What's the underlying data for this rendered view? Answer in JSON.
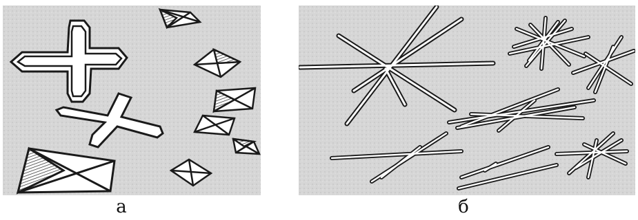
{
  "figure": {
    "panels": [
      {
        "id": "a",
        "caption": "а"
      },
      {
        "id": "b",
        "caption": "б"
      }
    ],
    "colors": {
      "background": "#d8d8d8",
      "stroke": "#1a1a1a",
      "fill": "#ffffff"
    }
  }
}
